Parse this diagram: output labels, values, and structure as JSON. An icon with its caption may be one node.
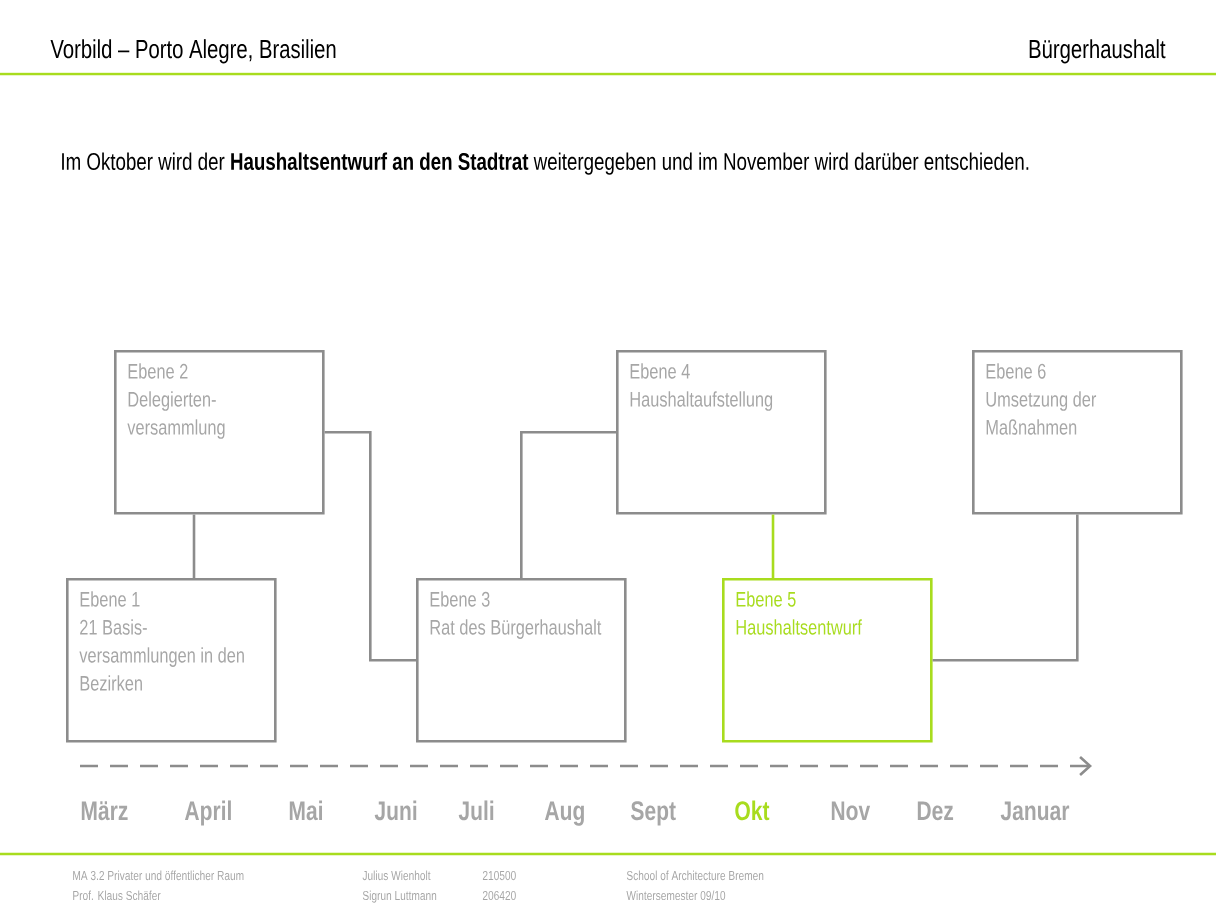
{
  "diagram": {
    "title": "Vorbild – Porto Alegre, Brasilien",
    "nodes": [
      {
        "text": [
          "Ebene 1",
          "21 Basis- versammlungen in den Bezirken"
        ]
      },
      {
        "text": [
          "Ebene 2",
          "Delegierten- versammlung"
        ]
      },
      {
        "text": [
          "Ebene 3",
          "Rat des Bürgerhaushalt"
        ]
      },
      {
        "text": [
          "Ebene 4",
          "Haushaltaufstellung"
        ]
      },
      {
        "text": [
          "Ebene 5",
          "Haushaltsentwurf"
        ]
      },
      {
        "text": [
          "Ebene 6",
          "Umsetzung der Maßnahmen"
        ]
      }
    ],
    "edges": [
      {
        "from": 1,
        "to": 0,
        "arrow": "none"
      },
      {
        "from": 1,
        "to": 2,
        "arrow": "none"
      },
      {
        "from": 2,
        "to": 3,
        "arrow": "none"
      },
      {
        "from": 3,
        "to": 4,
        "arrow": "none",
        "color": "#a8dc1e"
      },
      {
        "from": 4,
        "to": 5,
        "arrow": "none"
      }
    ],
    "labels": [
      "Bürgerhaushalt",
      "Im Oktober wird der **Haushaltsentwurf an den Stadtrat** weitergegeben und im November wird darüber entschieden.",
      "März",
      "April",
      "Mai",
      "Juni",
      "Juli",
      "Aug",
      "Sept",
      "Okt",
      "Nov",
      "Dez",
      "Januar",
      "MA 3.2 Privater und öffentlicher Raum",
      "Julius Wienholt",
      "210500",
      "School of Architecture Bremen",
      "Prof. Klaus Schäfer",
      "Sigrun Luttmann",
      "206420",
      "Wintersemester 09/10"
    ]
  }
}
